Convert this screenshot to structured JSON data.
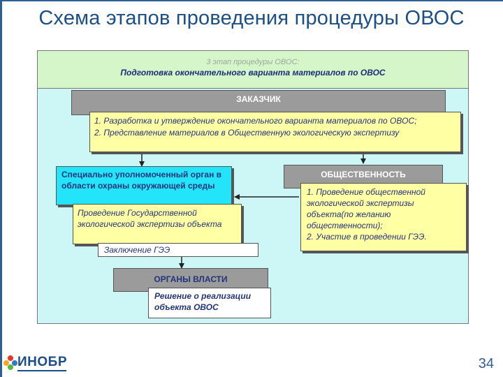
{
  "slide": {
    "title": "Схема этапов проведения процедуры ОВОС",
    "page_number": "34"
  },
  "header": {
    "stage_label": "3 этап процедуры ОВОС:",
    "stage_title": "Подготовка окончательного варианта материалов по ОВОС"
  },
  "customer": {
    "label": "ЗАКАЗЧИК",
    "tasks": [
      "1. Разработка и утверждение окончательного варианта материалов по ОВОС;",
      "2. Представление материалов в Общественную экологическую экспертизу"
    ]
  },
  "authority": {
    "label": "Специально уполномоченный орган в области охраны окружающей среды",
    "task": "Проведение Государственной экологической экспертизы объекта",
    "conclusion": "Заключение ГЭЭ"
  },
  "public": {
    "label": "ОБЩЕСТВЕННОСТЬ",
    "tasks": [
      "1. Проведение общественной экологической экспертизы объекта(по желанию общественности);",
      "2. Участие в проведении ГЭЭ."
    ]
  },
  "government": {
    "label": "ОРГАНЫ ВЛАСТИ",
    "decision": "Решение о реализации объекта ОВОС"
  },
  "logo": {
    "text": "ИНОБР",
    "colors": [
      "#e8342c",
      "#f7a823",
      "#5cb83a",
      "#2c7cc4"
    ]
  }
}
